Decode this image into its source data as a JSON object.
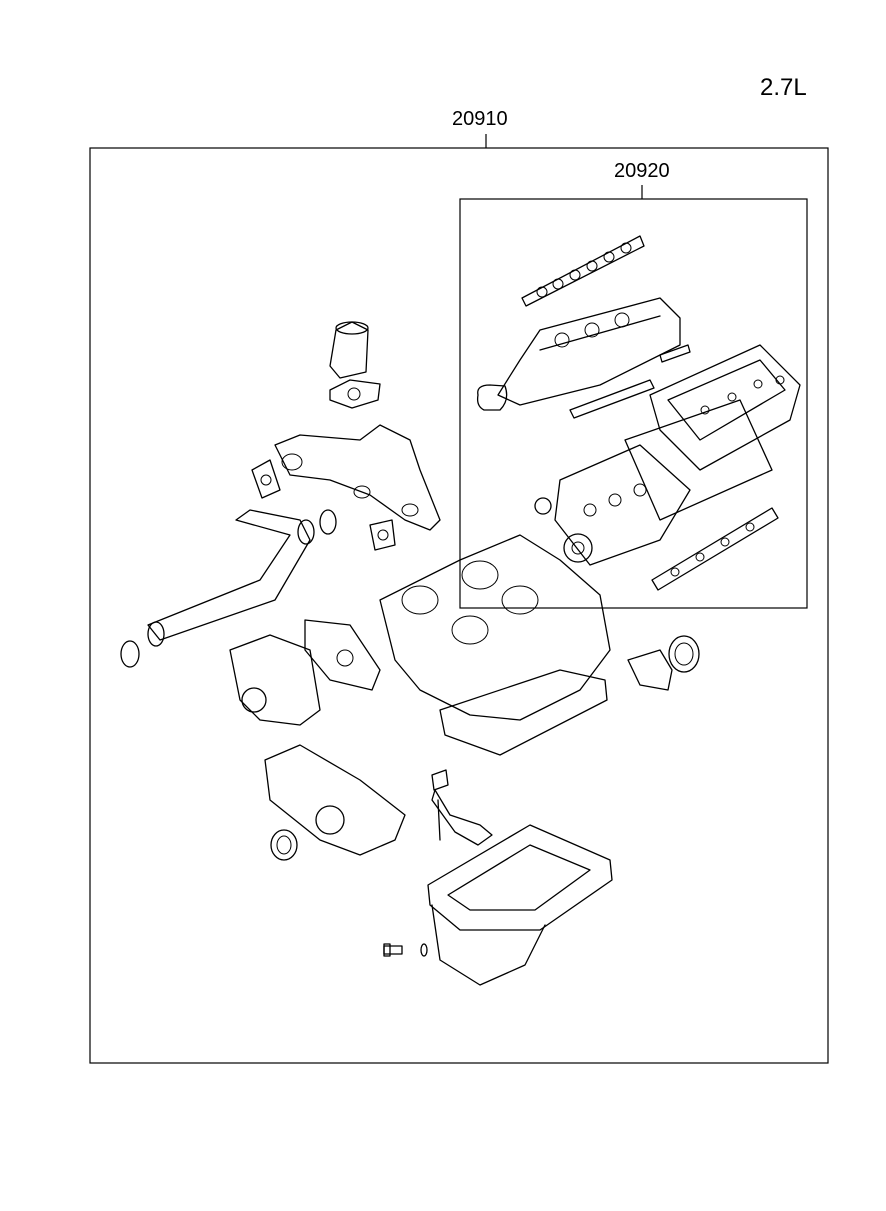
{
  "diagram": {
    "engine_label": "2.7L",
    "outer_kit_number": "20910",
    "inner_kit_number": "20920"
  }
}
